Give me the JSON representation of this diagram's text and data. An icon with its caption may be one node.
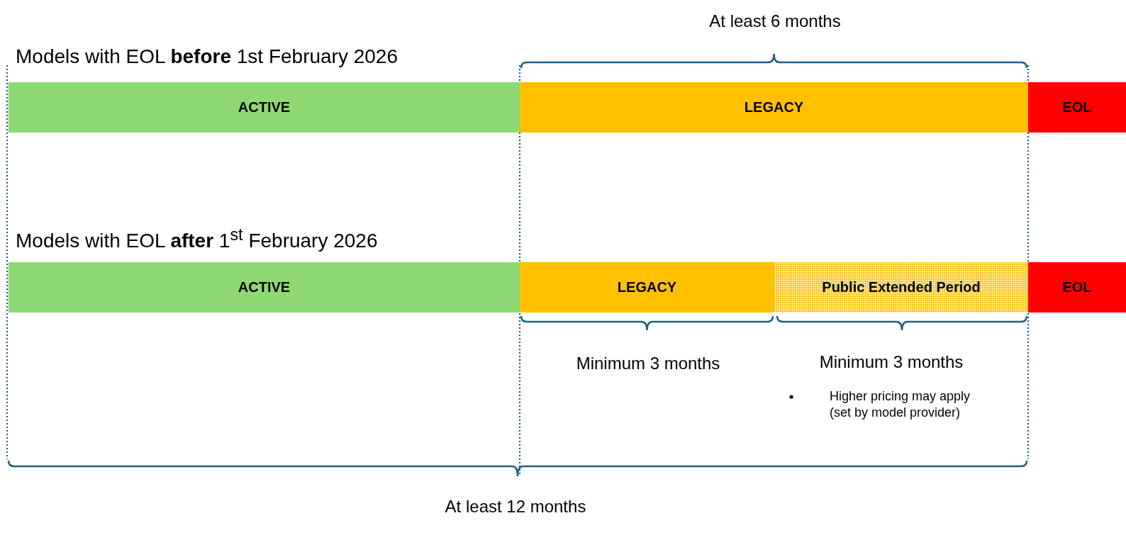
{
  "diagram": {
    "nodes": [
      {
        "text": [
          "ACTIVE"
        ]
      },
      {
        "text": [
          "LEGACY"
        ]
      },
      {
        "text": [
          "EOL"
        ]
      },
      {
        "text": [
          "ACTIVE"
        ]
      },
      {
        "text": [
          "LEGACY"
        ]
      },
      {
        "text": [
          "Public Extended Period"
        ]
      },
      {
        "text": [
          "EOL"
        ]
      }
    ],
    "edges": [],
    "labels": [
      "At least 6 months",
      "Models with EOL **before** 1st February 2026",
      "Models with EOL **after** 1$^{st}$ February 2026",
      "Minimum 3 months",
      "Minimum 3 months",
      "Higher pricing may apply (set by model provider)",
      "At least 12 months"
    ]
  }
}
